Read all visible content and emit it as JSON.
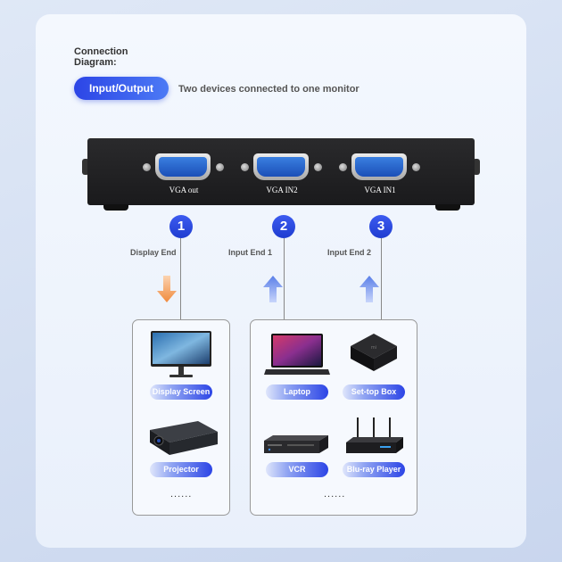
{
  "header": {
    "title": "Connection\nDiagram:",
    "badge": "Input/Output",
    "subtitle": "Two devices connected to one monitor"
  },
  "switch": {
    "ports": [
      {
        "label": "VGA out"
      },
      {
        "label": "VGA IN2"
      },
      {
        "label": "VGA IN1"
      }
    ]
  },
  "ends": [
    {
      "number": "1",
      "label": "Display End",
      "arrow": "down",
      "arrow_color": "#f08a3c"
    },
    {
      "number": "2",
      "label": "Input End 1",
      "arrow": "up",
      "arrow_color": "#5a7fe8"
    },
    {
      "number": "3",
      "label": "Input End 2",
      "arrow": "up",
      "arrow_color": "#5a7fe8"
    }
  ],
  "display_panel": {
    "devices": [
      {
        "icon": "monitor-icon",
        "label": "Display Screen"
      },
      {
        "icon": "projector-icon",
        "label": "Projector"
      }
    ],
    "more": "......"
  },
  "input_panel": {
    "devices": [
      {
        "icon": "laptop-icon",
        "label": "Laptop"
      },
      {
        "icon": "set-top-box-icon",
        "label": "Set-top Box"
      },
      {
        "icon": "vcr-icon",
        "label": "VCR"
      },
      {
        "icon": "bluray-player-icon",
        "label": "Blu-ray Player"
      }
    ],
    "more": "......"
  },
  "colors": {
    "accent": "#2c45e6",
    "switch_body": "#1e1e20",
    "port_blue": "#2a6fd8",
    "orange_arrow": "#f08a3c"
  }
}
